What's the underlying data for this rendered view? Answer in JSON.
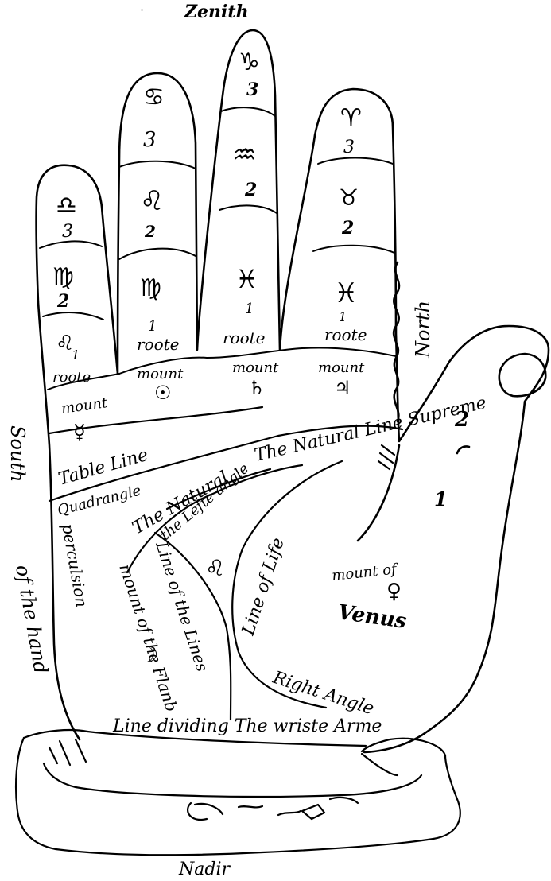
{
  "directions": {
    "top": "Zenith",
    "bottom": "Nadir",
    "left": "South",
    "right": "North"
  },
  "fingers": {
    "little": {
      "tip_sign": "♎",
      "tip_num": "3",
      "mid_sign": "♍",
      "mid_num": "2",
      "base_sign": "♌",
      "base_num": "1",
      "root": "roote",
      "mount_label": "mount",
      "mount_symbol": "☿"
    },
    "ring": {
      "tip_sign": "♋",
      "tip_num": "3",
      "mid_sign": "♌",
      "mid_num": "2",
      "base_sign": "♍",
      "base_num": "1",
      "root": "roote",
      "mount_label": "mount",
      "mount_symbol": "☉"
    },
    "middle": {
      "tip_sign": "♑",
      "tip_num": "3",
      "mid_sign": "♒",
      "mid_num": "2",
      "base_sign": "♓",
      "base_num": "1",
      "root": "roote",
      "mount_label": "mount",
      "mount_symbol": "♄"
    },
    "index": {
      "tip_sign": "♈",
      "tip_num": "3",
      "mid_sign": "♉",
      "mid_num": "2",
      "base_sign": "♓",
      "base_num": "1",
      "root": "roote",
      "mount_label": "mount",
      "mount_symbol": "♃"
    }
  },
  "thumb": {
    "joint_upper": "2",
    "joint_lower": "1"
  },
  "lines": {
    "table": "Table Line",
    "natural": "The Natural Line Supreme",
    "quadrangle": "Quadrangle",
    "percussion": "perculsion",
    "hand_side": "of the hand",
    "natural_lower": "The Natural",
    "lefte_angle": "the Lefte angle",
    "lefte_symbol": "♌",
    "line_of_lines": "Line of the Lines",
    "mount_moon": "mount of the Flanb",
    "moon_symbol": "☽",
    "line_of_life": "Line of Life",
    "venus_a": "mount of",
    "venus_symbol": "♀",
    "venus_b": "Venus",
    "right_angle": "Right Angle",
    "wrist": "Line dividing The wriste Arme"
  }
}
